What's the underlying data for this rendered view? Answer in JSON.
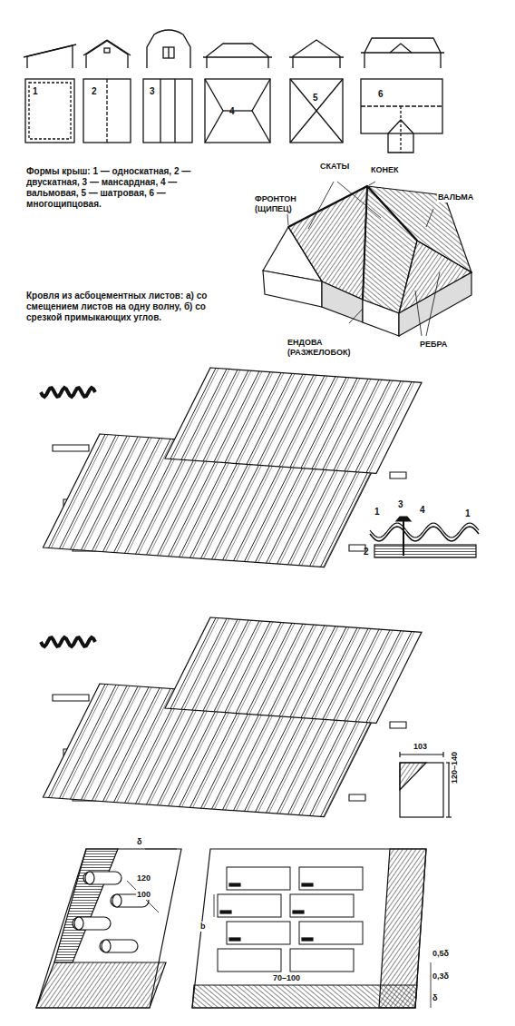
{
  "diagram": {
    "labels": [
      "1",
      "2",
      "3",
      "4",
      "5",
      "6",
      "Формы крыш: 1 — односкатная, 2 — двускатная, 3 — мансардная, 4 — вальмовая, 5 — шатровая, 6 — многощипцовая.",
      "СКАТЫ",
      "КОНЕК",
      "ФРОНТОН (ЩИПЕЦ)",
      "ВАЛЬМА",
      "ЕНДОВА (РАЗЖЕЛОБОК)",
      "РЕБРА",
      "Кровля из асбоцементных листов: а) со смещением листов на одну волну, б) со срезкой примыкающих углов.",
      "1",
      "3",
      "4",
      "1",
      "2",
      "103",
      "120–140",
      "δ",
      "120",
      "100",
      "b",
      "70–100",
      "0,5δ",
      "0,3δ",
      "δ"
    ]
  }
}
